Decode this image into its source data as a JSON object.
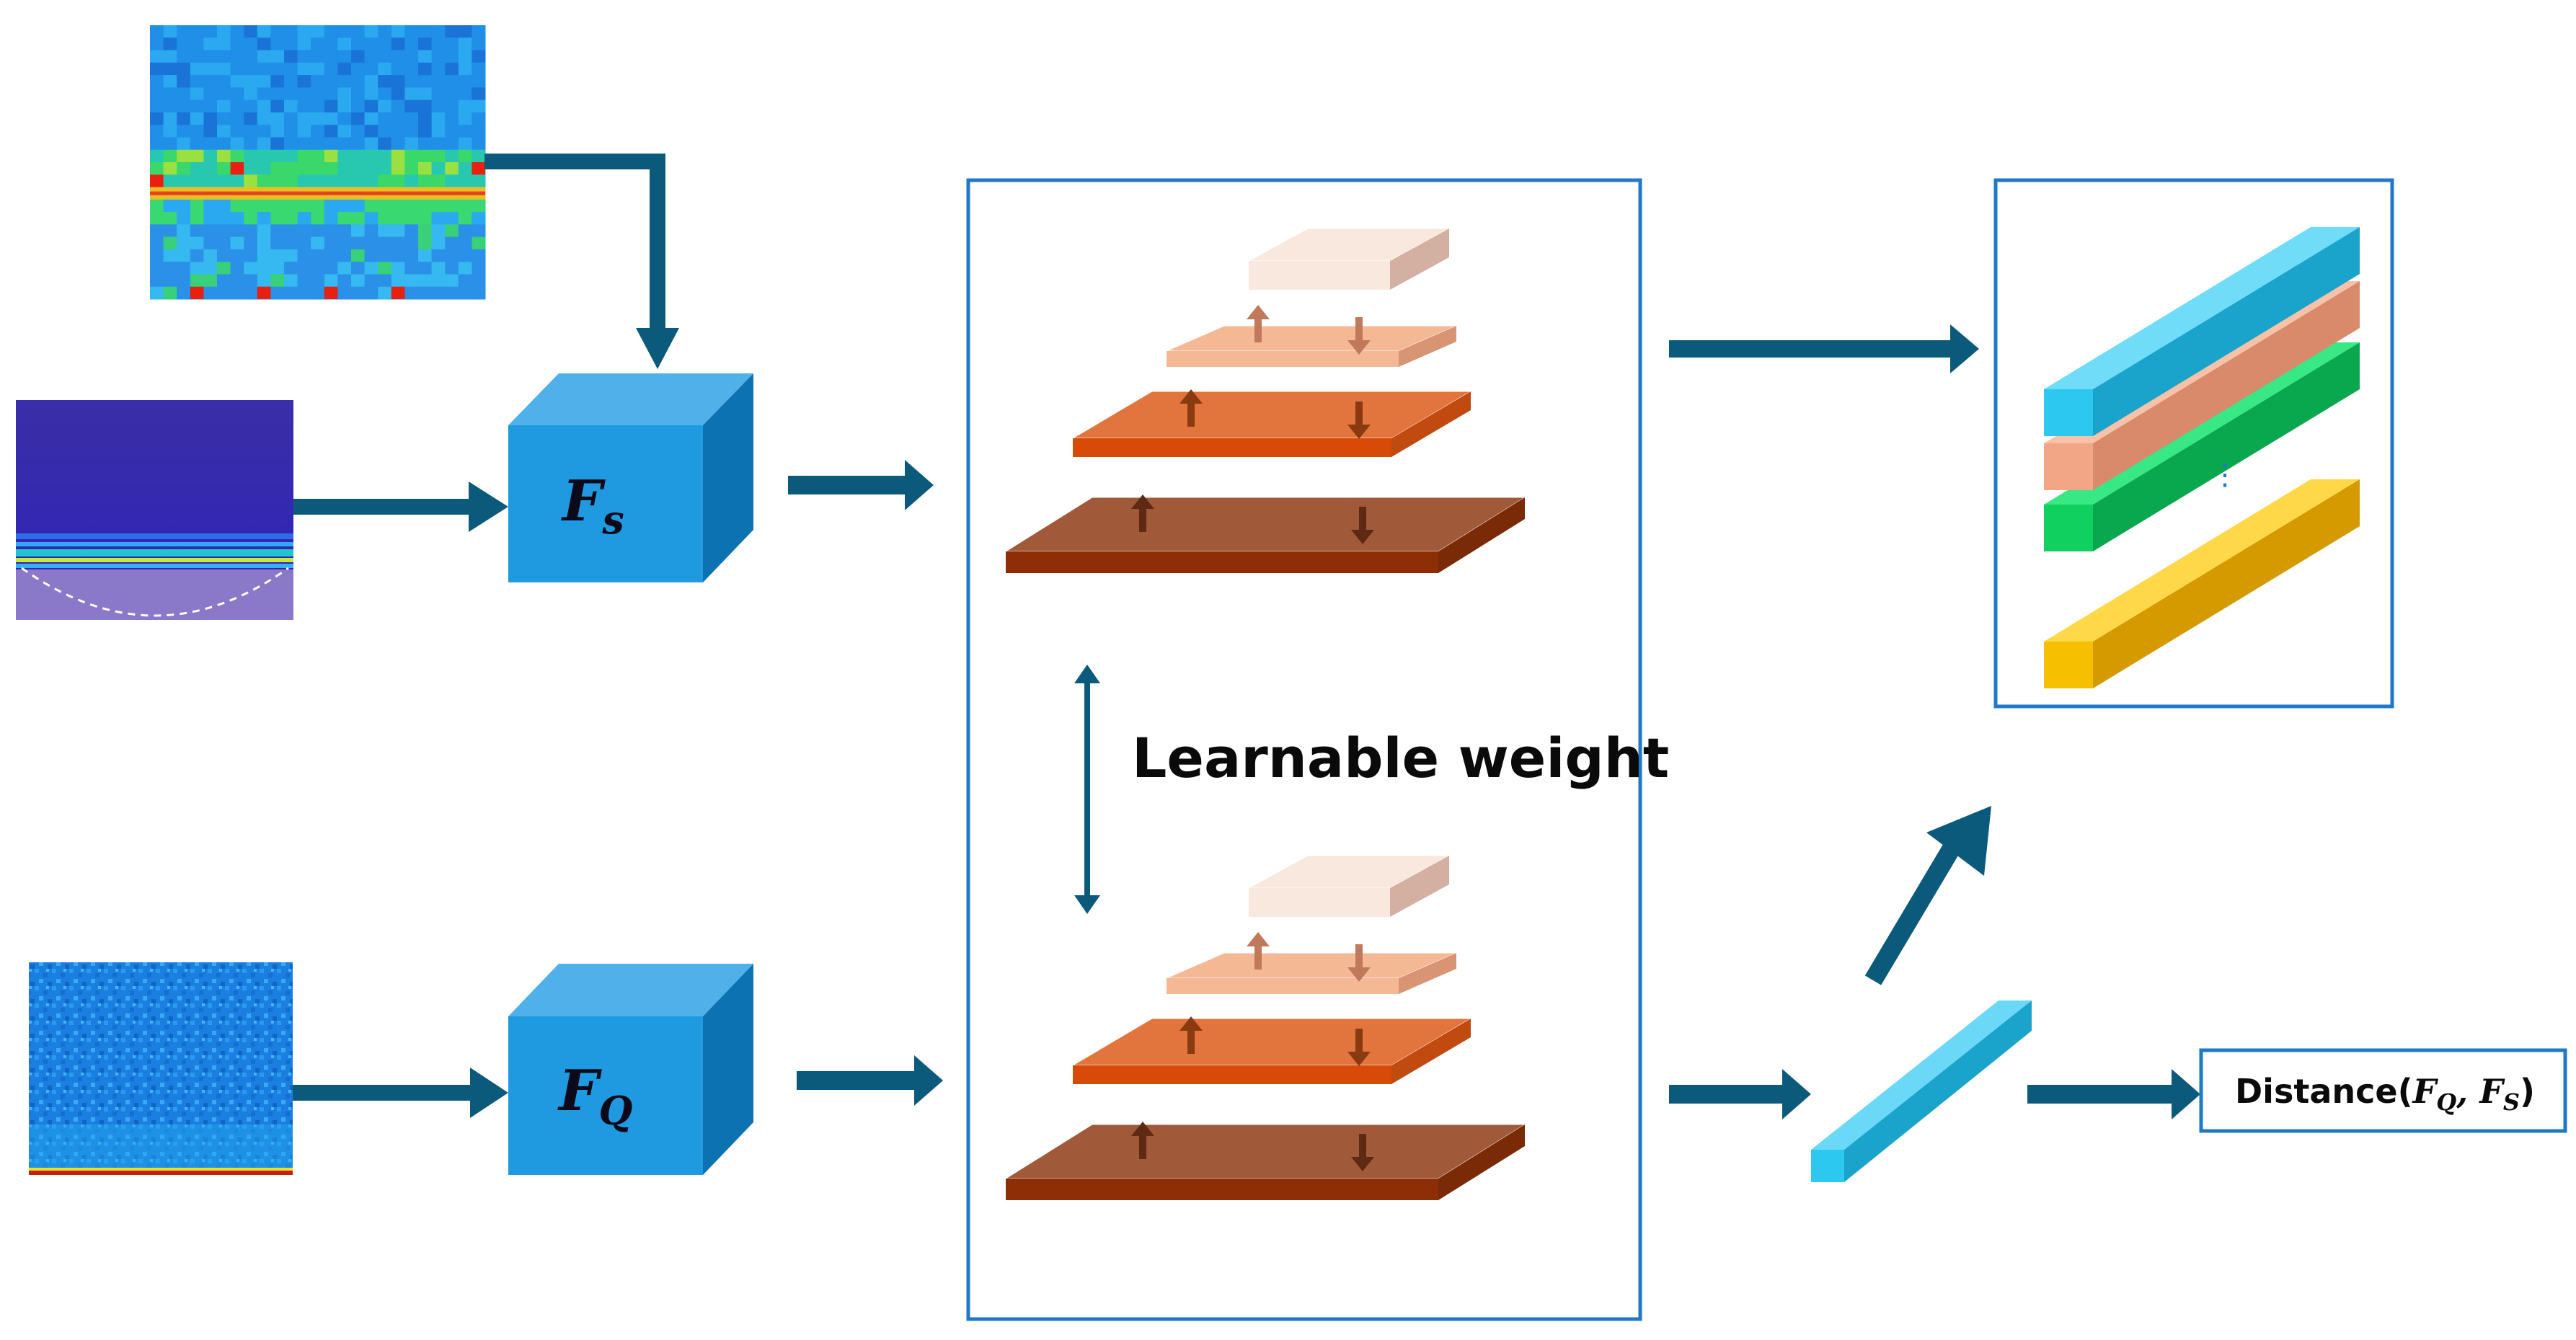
{
  "labels": {
    "support_encoder": "F",
    "support_sub": "s",
    "query_encoder": "F",
    "query_sub": "Q",
    "learnable_weight": "Learnable weight",
    "distance_prefix": "Distance(",
    "distance_fq": "F",
    "distance_fq_sub": "Q",
    "distance_sep": ", ",
    "distance_fs": "F",
    "distance_fs_sub": "S",
    "distance_suffix": ")",
    "ellipsis": "⋮"
  },
  "colors": {
    "arrow": "#0b5a7c",
    "box_border": "#1f78c8",
    "cube_front": "#1f9ae0",
    "cube_top": "#4fb0ea",
    "cube_side": "#0d72b2",
    "layer_top": "#f7e6dc",
    "layer_2": "#f4b590",
    "layer_3": "#e56b28",
    "layer_4": "#9b3a14",
    "bar_blue": "#2cc8ef",
    "bar_salmon": "#f2a686",
    "bar_green": "#10d060",
    "bar_yellow": "#f6c000"
  }
}
